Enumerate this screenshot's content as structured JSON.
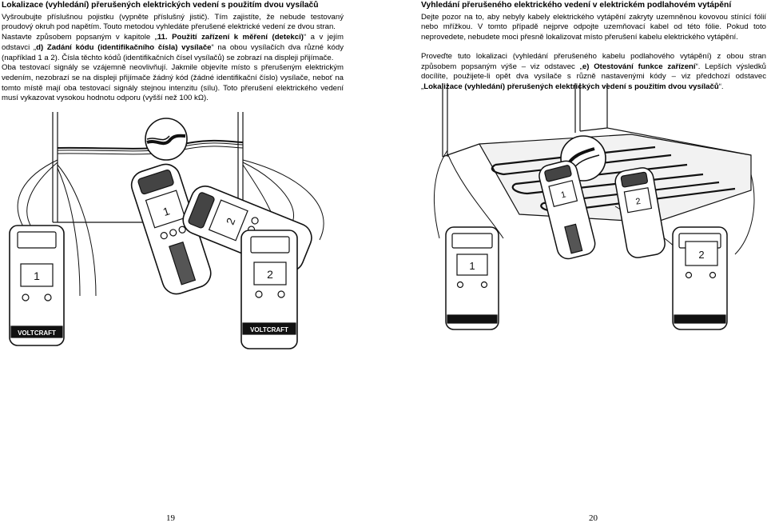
{
  "left": {
    "heading": "Lokalizace (vyhledání) přerušených elektrických vedení s použitím dvou vysílačů",
    "para1": "Vyšroubujte příslušnou pojistku (vypněte příslušný jistič). Tím zajistíte, že nebude testovaný proudový okruh pod napětím. Touto metodou vyhledáte přerušené elektrické vedení ze dvou stran.",
    "para1b_pre": "Nastavte způsobem popsaným v kapitole „",
    "para1b_bold": "11. Použití zařízení k měření (detekci)",
    "para1b_post": "“ a v jejím odstavci „",
    "para1b_bold2": "d) Zadání kódu (identifikačního čísla) vysílače",
    "para1b_post2": "“ na obou vysílačích dva různé kódy (například 1 a 2). Čísla těchto kódů (identifikačních čísel vysílačů) se zobrazí na displeji přijímače.",
    "para2": "Oba testovací signály se vzájemně neovlivňují. Jakmile objevíte místo s přerušeným elektrickým vedením, nezobrazí se na displeji přijímače žádný kód (žádné identifikační číslo) vysílače, neboť na tomto místě mají oba testovací signály stejnou intenzitu (sílu). Toto přerušení elektrického vedení musí vykazovat vysokou hodnotu odporu (vyšší než 100 kΩ).",
    "page_number": "19",
    "figure": {
      "transmitter1_code": "1",
      "transmitter2_code": "2",
      "receiver1_code": "1",
      "receiver2_code": "2",
      "brand": "VOLTCRAFT"
    }
  },
  "right": {
    "heading": "Vyhledání přerušeného elektrického vedení v elektrickém podlahovém vytápění",
    "para1": "Dejte pozor na to, aby nebyly kabely elektrického vytápění zakryty uzemněnou kovovou stínící fólií nebo mřížkou. V tomto případě nejprve odpojte uzemňovací kabel od této fólie. Pokud toto neprovedete, nebudete moci přesně lokalizovat místo přerušení kabelu elektrického vytápění.",
    "para2_pre": "Proveďte tuto lokalizaci (vyhledání přerušeného kabelu podlahového vytápění) z obou stran způsobem popsaným výše – viz odstavec „",
    "para2_bold": "e) Otestování funkce zařízení",
    "para2_mid": "“. Lepších výsledků docílíte, použijete-li opět dva vysílače s různě nastavenými kódy – viz předchozí odstavec „",
    "para2_bold2": "Lokalizace (vyhledání) přerušených elektrických vedení s použitím dvou vysílačů",
    "para2_post": "“.",
    "page_number": "20",
    "figure": {
      "transmitter1_code": "1",
      "transmitter2_code": "2",
      "receiver1_code": "1",
      "receiver2_code": "2"
    }
  }
}
